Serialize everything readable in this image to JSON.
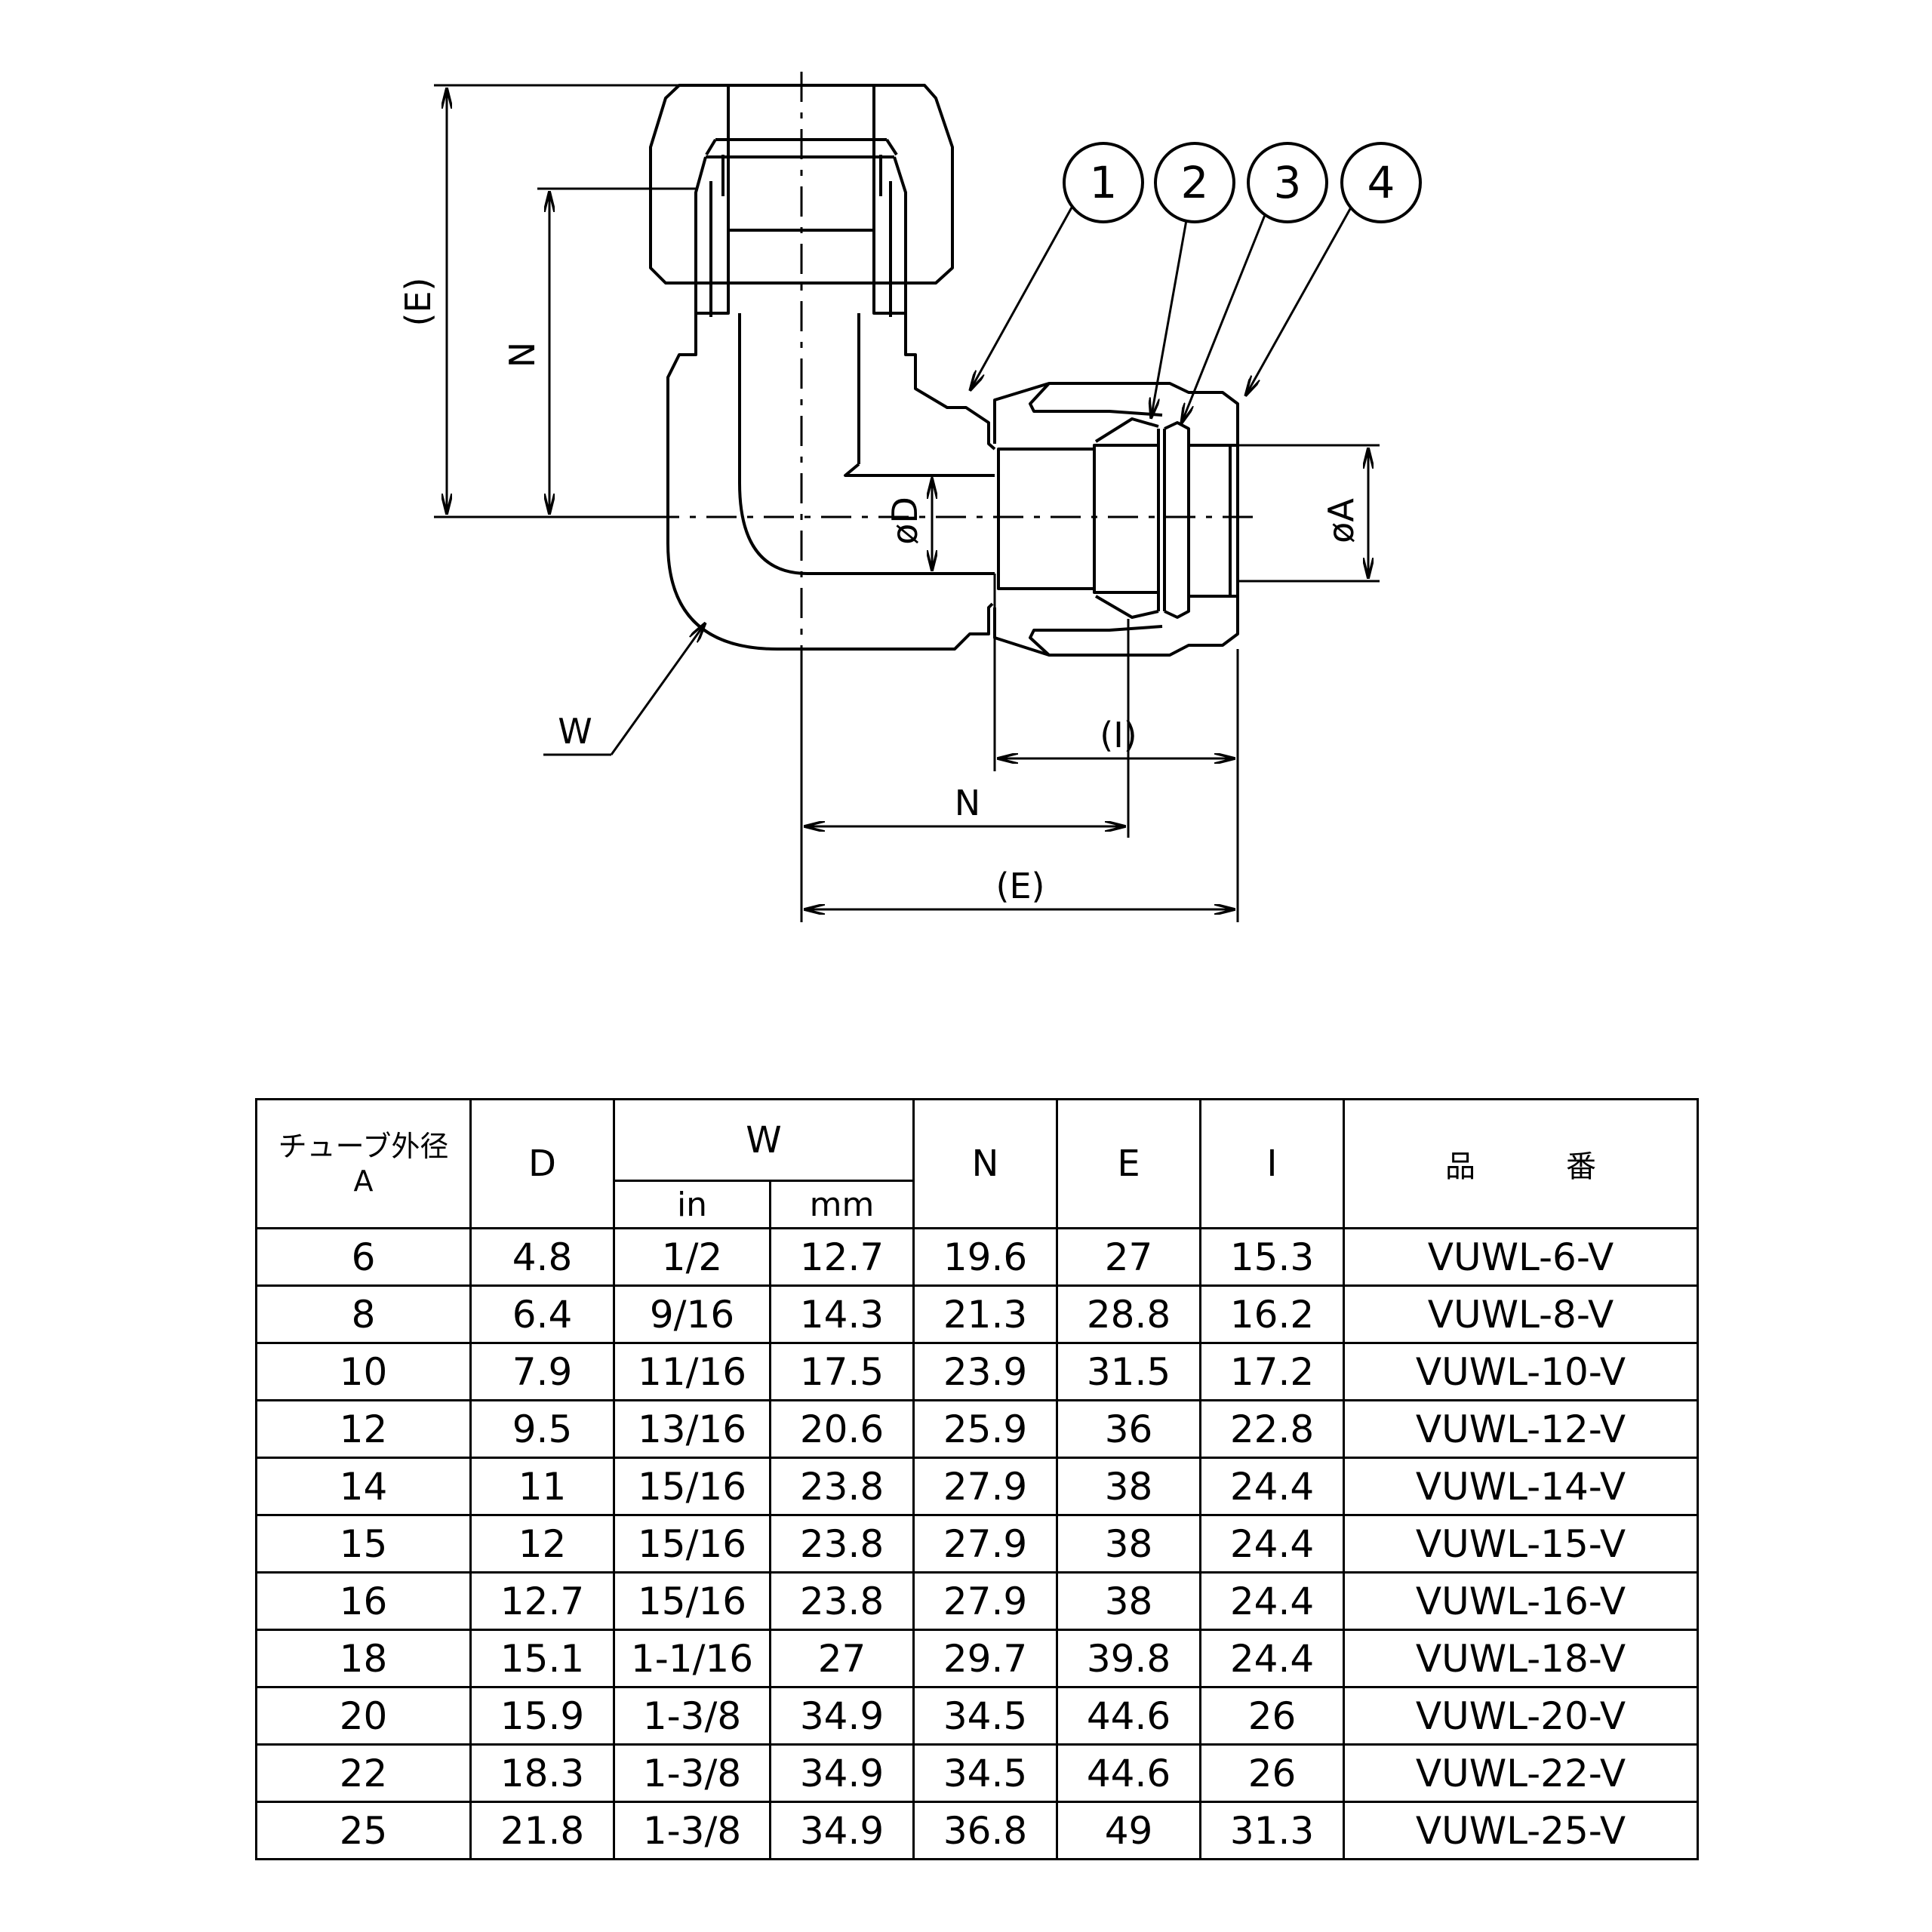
{
  "drawing": {
    "callouts": [
      "1",
      "2",
      "3",
      "4"
    ],
    "dims": {
      "e_vertical": "(E)",
      "n_vertical": "N",
      "phi_d": "øD",
      "phi_a": "øA",
      "w": "W",
      "i_paren": "(I)",
      "n_horizontal": "N",
      "e_horizontal": "(E)"
    }
  },
  "table": {
    "headers": {
      "tube_od_line1": "チューブ外径",
      "tube_od_line2": "A",
      "d": "D",
      "w": "W",
      "w_in": "in",
      "w_mm": "mm",
      "n": "N",
      "e": "E",
      "i": "I",
      "part_no_1": "品",
      "part_no_2": "番"
    },
    "rows": [
      {
        "a": "6",
        "d": "4.8",
        "w_in": "1/2",
        "w_mm": "12.7",
        "n": "19.6",
        "e": "27",
        "i": "15.3",
        "part": "VUWL-6-V"
      },
      {
        "a": "8",
        "d": "6.4",
        "w_in": "9/16",
        "w_mm": "14.3",
        "n": "21.3",
        "e": "28.8",
        "i": "16.2",
        "part": "VUWL-8-V"
      },
      {
        "a": "10",
        "d": "7.9",
        "w_in": "11/16",
        "w_mm": "17.5",
        "n": "23.9",
        "e": "31.5",
        "i": "17.2",
        "part": "VUWL-10-V"
      },
      {
        "a": "12",
        "d": "9.5",
        "w_in": "13/16",
        "w_mm": "20.6",
        "n": "25.9",
        "e": "36",
        "i": "22.8",
        "part": "VUWL-12-V"
      },
      {
        "a": "14",
        "d": "11",
        "w_in": "15/16",
        "w_mm": "23.8",
        "n": "27.9",
        "e": "38",
        "i": "24.4",
        "part": "VUWL-14-V"
      },
      {
        "a": "15",
        "d": "12",
        "w_in": "15/16",
        "w_mm": "23.8",
        "n": "27.9",
        "e": "38",
        "i": "24.4",
        "part": "VUWL-15-V"
      },
      {
        "a": "16",
        "d": "12.7",
        "w_in": "15/16",
        "w_mm": "23.8",
        "n": "27.9",
        "e": "38",
        "i": "24.4",
        "part": "VUWL-16-V"
      },
      {
        "a": "18",
        "d": "15.1",
        "w_in": "1-1/16",
        "w_mm": "27",
        "n": "29.7",
        "e": "39.8",
        "i": "24.4",
        "part": "VUWL-18-V"
      },
      {
        "a": "20",
        "d": "15.9",
        "w_in": "1-3/8",
        "w_mm": "34.9",
        "n": "34.5",
        "e": "44.6",
        "i": "26",
        "part": "VUWL-20-V"
      },
      {
        "a": "22",
        "d": "18.3",
        "w_in": "1-3/8",
        "w_mm": "34.9",
        "n": "34.5",
        "e": "44.6",
        "i": "26",
        "part": "VUWL-22-V"
      },
      {
        "a": "25",
        "d": "21.8",
        "w_in": "1-3/8",
        "w_mm": "34.9",
        "n": "36.8",
        "e": "49",
        "i": "31.3",
        "part": "VUWL-25-V"
      }
    ]
  }
}
